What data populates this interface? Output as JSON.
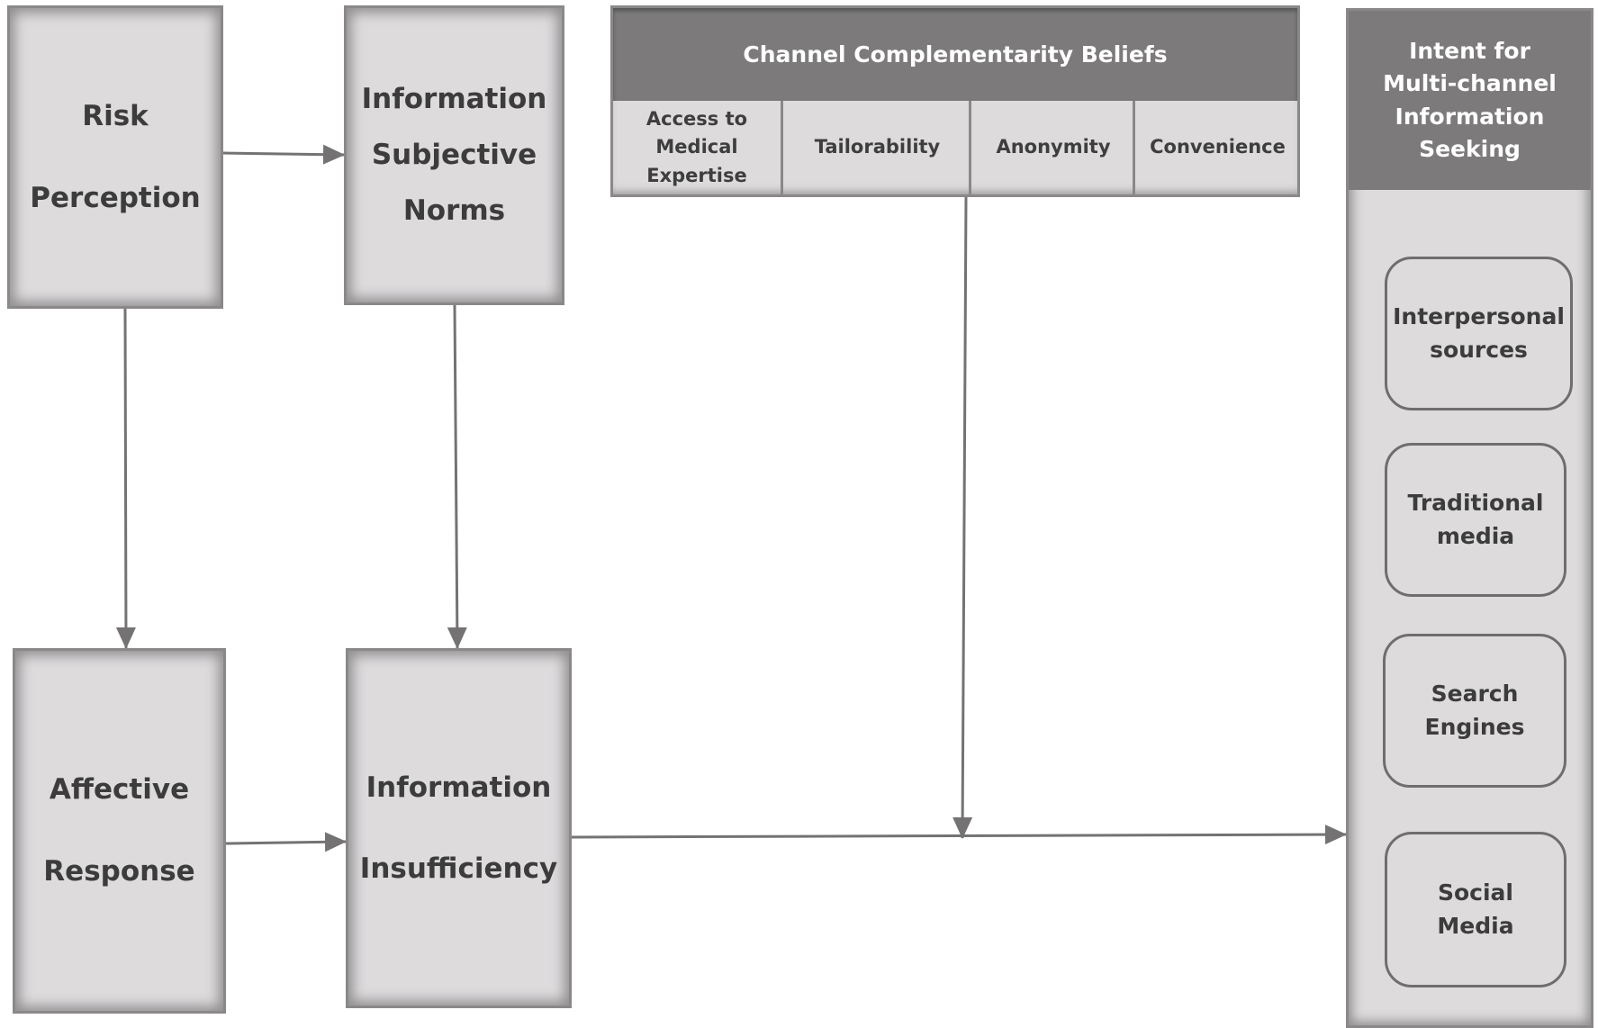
{
  "nodes": {
    "risk_perception": [
      "Risk",
      "Perception"
    ],
    "subjective_norms": [
      "Information",
      "Subjective",
      "Norms"
    ],
    "affective_response": [
      "Affective",
      "Response"
    ],
    "information_insufficiency": [
      "Information",
      "Insufficiency"
    ]
  },
  "beliefs": {
    "title": "Channel Complementarity Beliefs",
    "items": [
      [
        "Access to",
        "Medical",
        "Expertise"
      ],
      [
        "Tailorability"
      ],
      [
        "Anonymity"
      ],
      [
        "Convenience"
      ]
    ]
  },
  "intent": {
    "title": [
      "Intent for",
      "Multi-channel",
      "Information",
      "Seeking"
    ],
    "channels": [
      [
        "Interpersonal",
        "sources"
      ],
      [
        "Traditional",
        "media"
      ],
      [
        "Search",
        "Engines"
      ],
      [
        "Social",
        "Media"
      ]
    ]
  },
  "colors": {
    "box_fill": "#dddbdc",
    "header_fill": "#7c7a7b",
    "arrow": "#747273"
  }
}
